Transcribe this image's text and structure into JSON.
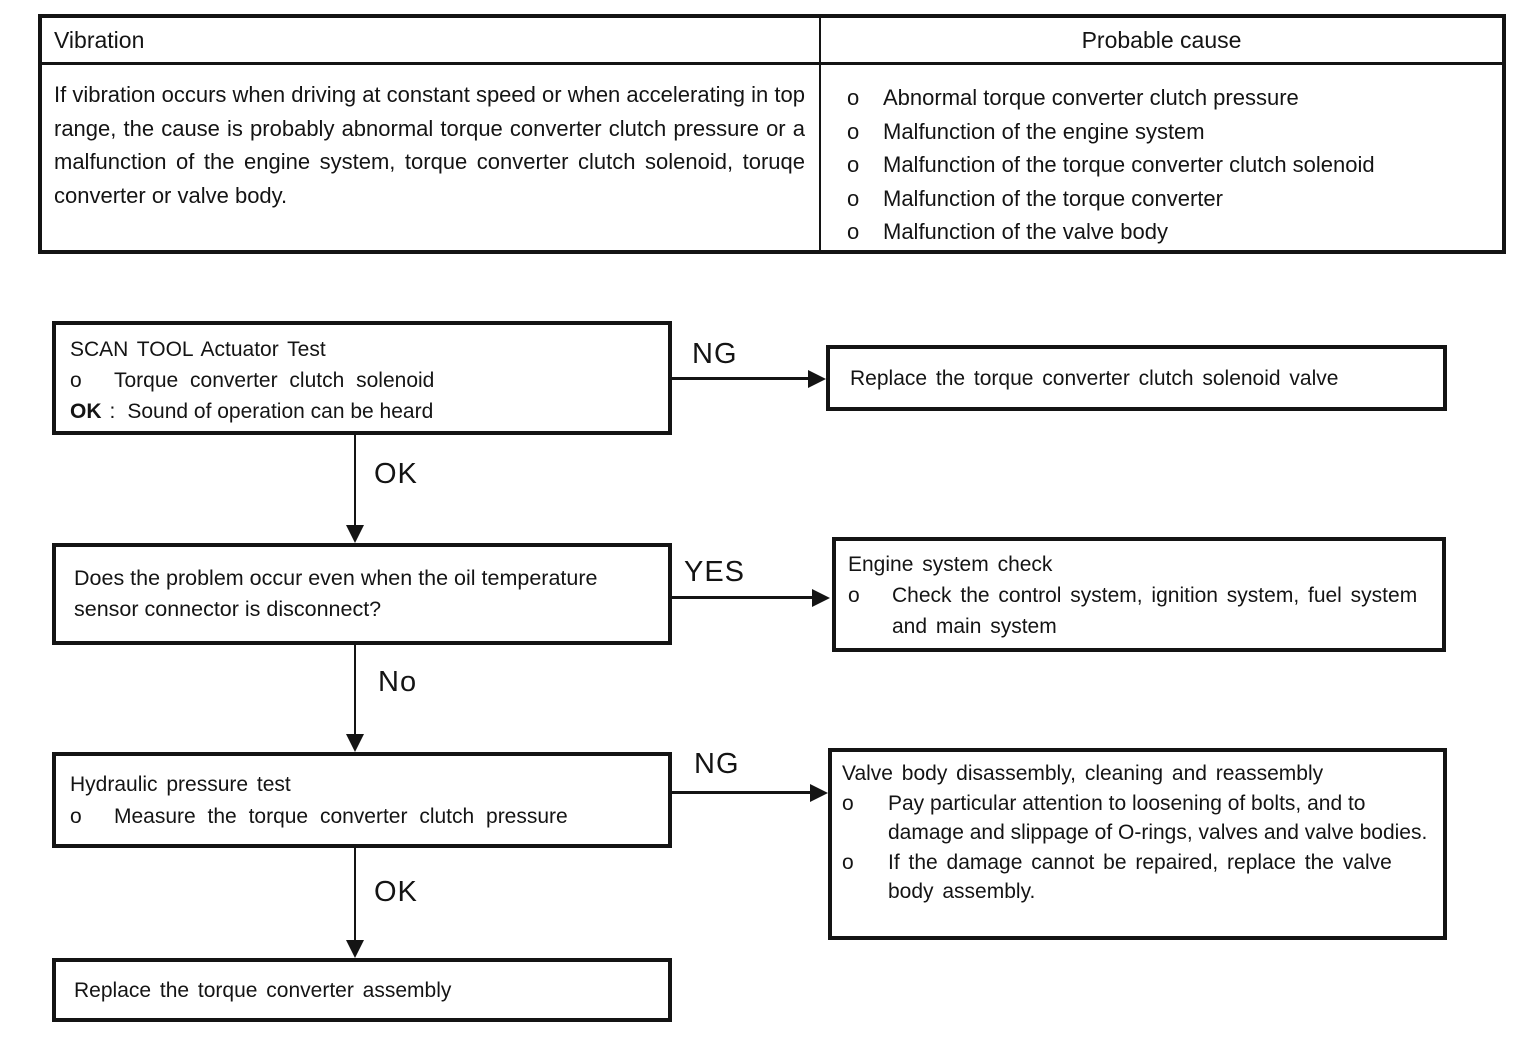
{
  "bullet_char": "o",
  "table": {
    "header_symptom": "Vibration",
    "header_cause": "Probable cause",
    "symptom_text": "If vibration occurs when driving at constant speed or when accelerating in top range, the cause is probably abnormal torque converter clutch pressure or a malfunction of the engine system, torque converter clutch solenoid, toruqe converter or valve body.",
    "causes": [
      "Abnormal torque converter clutch pressure",
      "Malfunction of the engine system",
      "Malfunction of the torque converter clutch solenoid",
      "Malfunction of the torque converter",
      "Malfunction of the valve body"
    ]
  },
  "flow": {
    "step1": {
      "title": "SCAN TOOL Actuator Test",
      "item": "Torque converter clutch solenoid",
      "ok_key": "OK",
      "ok_sep": ":",
      "ok_text": "Sound of operation can be heard"
    },
    "branch1": {
      "label": "NG",
      "action": "Replace the torque converter clutch solenoid valve"
    },
    "connector1_label": "OK",
    "step2": {
      "question": "Does the problem occur even when the oil temperature sensor connector is disconnect?"
    },
    "branch2": {
      "label": "YES",
      "title": "Engine system check",
      "item": "Check the control system, ignition system, fuel system and main system"
    },
    "connector2_label": "No",
    "step3": {
      "title": "Hydraulic pressure test",
      "item": "Measure the torque converter clutch pressure"
    },
    "branch3": {
      "label": "NG",
      "title": "Valve body disassembly, cleaning and reassembly",
      "items": [
        "Pay particular attention to loosening of bolts, and to damage and slippage of O-rings, valves and valve bodies.",
        "If the damage cannot be repaired, replace the valve body assembly."
      ]
    },
    "connector3_label": "OK",
    "step4": {
      "text": "Replace the torque converter assembly"
    }
  }
}
